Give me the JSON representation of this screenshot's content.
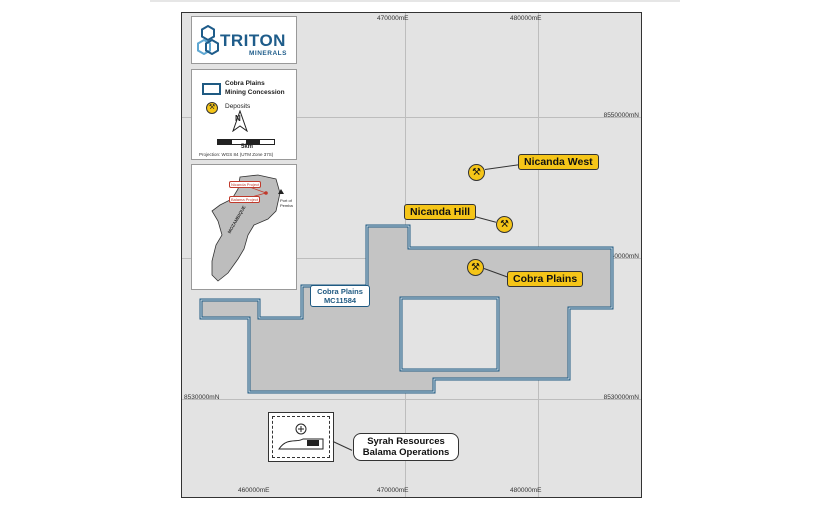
{
  "logo": {
    "name": "TRITON",
    "subtitle": "MINERALS",
    "color": "#1e5c8a"
  },
  "legend": {
    "concession_label_line1": "Cobra Plains",
    "concession_label_line2": "Mining Concession",
    "deposits_label": "Deposits",
    "north_label": "N",
    "scale_label": "5km",
    "projection": "Projection: WGS 84 (UTM Zone 37S)"
  },
  "inset": {
    "nicanda_project": "Nicanda Project",
    "balama_project": "Balama Project",
    "port_label_line1": "Port of",
    "port_label_line2": "Pemba",
    "country": "MOZAMBIQUE"
  },
  "grid": {
    "easting_top": [
      "470000mE",
      "480000mE"
    ],
    "easting_bottom": [
      "460000mE",
      "470000mE",
      "480000mE"
    ],
    "northing_right": [
      "8550000mN",
      "8540000mN",
      "8530000mN"
    ],
    "northing_left": [
      "8530000mN"
    ]
  },
  "deposits": [
    {
      "name": "Nicanda West"
    },
    {
      "name": "Nicanda Hill"
    },
    {
      "name": "Cobra Plains"
    }
  ],
  "concession": {
    "name": "Cobra Plains",
    "code": "MC11584",
    "outline_color": "#1f5a82",
    "fill_color": "#c4c4c4"
  },
  "operation": {
    "line1": "Syrah Resources",
    "line2": "Balama Operations"
  },
  "colors": {
    "deposit_yellow": "#f5c518",
    "map_background": "#e3e3e3"
  }
}
